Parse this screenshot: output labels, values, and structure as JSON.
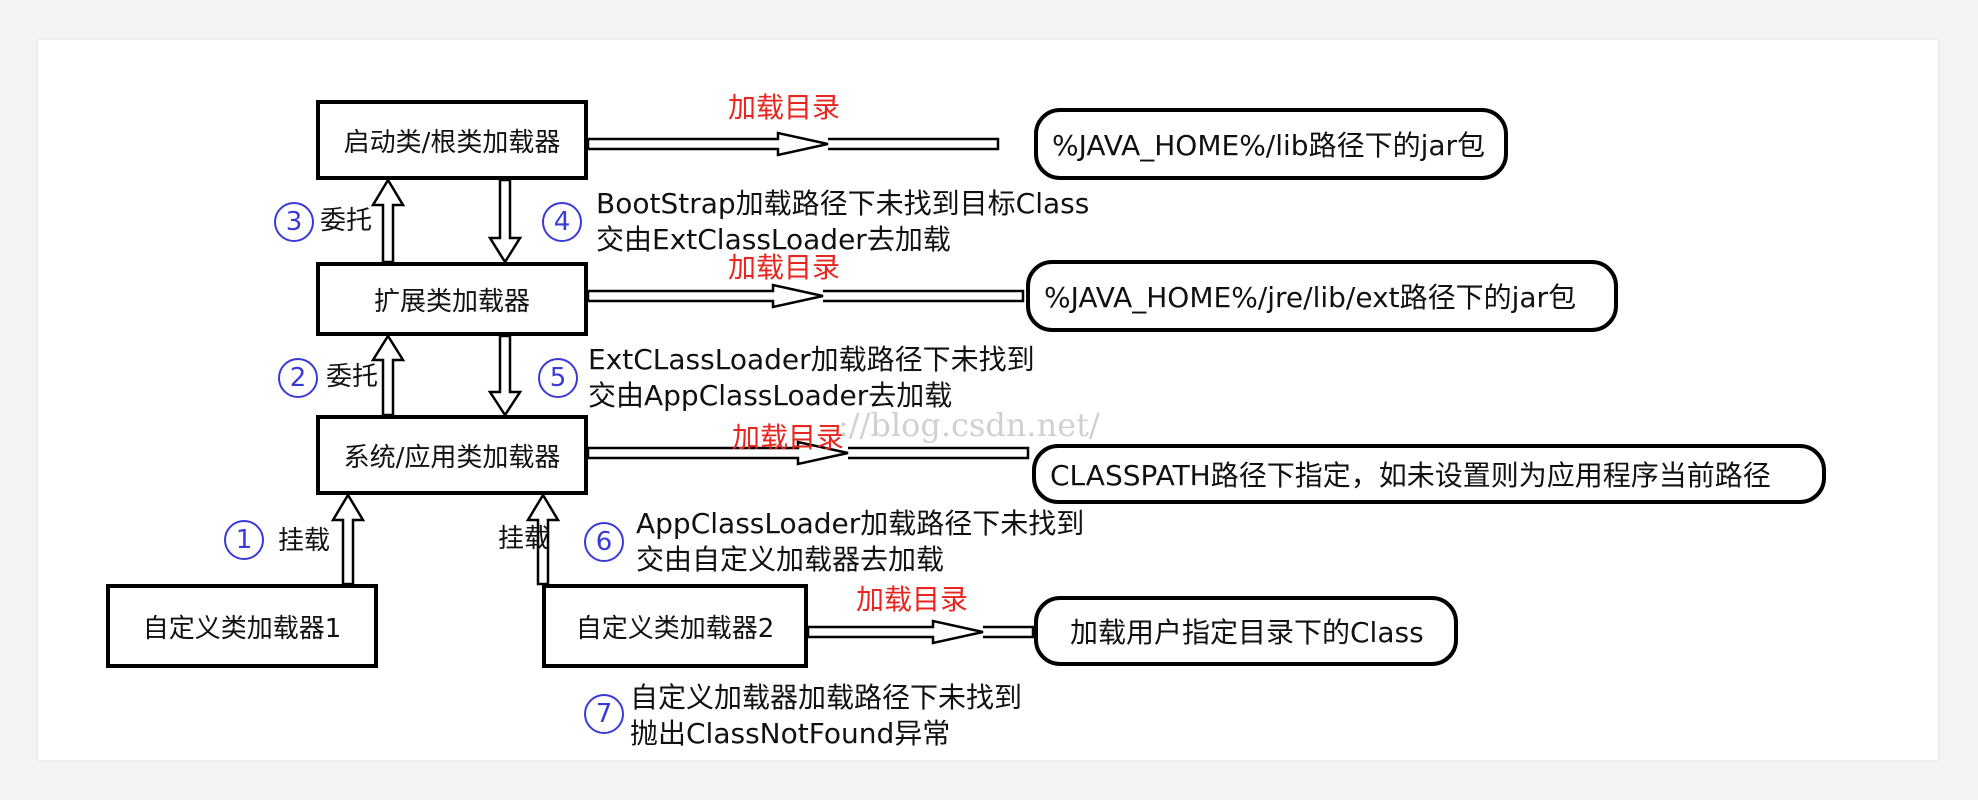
{
  "loaders": {
    "bootstrap": "启动类/根类加载器",
    "ext": "扩展类加载器",
    "app": "系统/应用类加载器",
    "custom1": "自定义类加载器1",
    "custom2": "自定义类加载器2"
  },
  "load_dir_label": "加载目录",
  "paths": {
    "bootstrap": "%JAVA_HOME%/lib路径下的jar包",
    "ext": "%JAVA_HOME%/jre/lib/ext路径下的jar包",
    "app": "CLASSPATH路径下指定，如未设置则为应用程序当前路径",
    "custom2": "加载用户指定目录下的Class"
  },
  "steps": {
    "s1": {
      "num": "1",
      "label": "挂载"
    },
    "s2": {
      "num": "2",
      "label": "委托"
    },
    "s3": {
      "num": "3",
      "label": "委托"
    },
    "s4": {
      "num": "4",
      "line1": "BootStrap加载路径下未找到目标Class",
      "line2": "交由ExtClassLoader去加载"
    },
    "s5": {
      "num": "5",
      "line1": "ExtCLassLoader加载路径下未找到",
      "line2": "交由AppClassLoader去加载"
    },
    "s6": {
      "num": "6",
      "line1": "AppClassLoader加载路径下未找到",
      "line2": "交由自定义加载器去加载"
    },
    "s7": {
      "num": "7",
      "line1": "自定义加载器加载路径下未找到",
      "line2": "抛出ClassNotFound异常"
    },
    "mount2": "挂载"
  },
  "watermark": "://blog.csdn.net/",
  "colors": {
    "label_red": "#e8251f",
    "step_blue": "#3a3ad8"
  }
}
